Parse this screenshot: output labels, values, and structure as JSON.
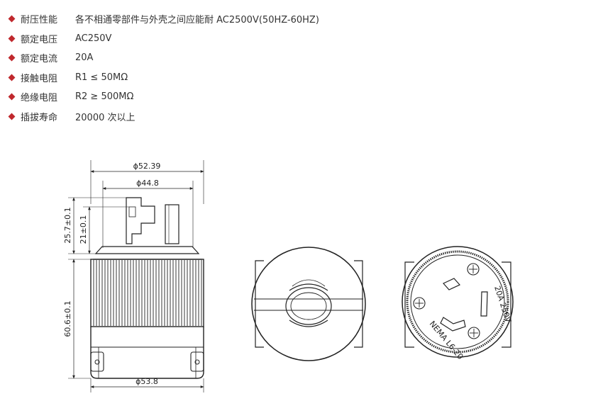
{
  "specs": [
    {
      "label": "耐压性能",
      "value": "各不相通零部件与外壳之间应能耐 AC2500V(50HZ-60HZ)"
    },
    {
      "label": "额定电压",
      "value": "AC250V"
    },
    {
      "label": "额定电流",
      "value": "20A"
    },
    {
      "label": "接触电阻",
      "value": "R1 ≤ 50MΩ"
    },
    {
      "label": "绝缘电阻",
      "value": "R2 ≥ 500MΩ"
    },
    {
      "label": "插拔寿命",
      "value": "20000 次以上"
    }
  ],
  "drawing": {
    "dim_overall_width": "ϕ52.39",
    "dim_blade_span": "ϕ44.8",
    "dim_body_width": "ϕ53.8",
    "dim_blade_height": "25.7±0.1",
    "dim_blade_inner": "21±0.1",
    "dim_body_height": "60.6±0.1",
    "face_marking_rating": "20A 250V",
    "face_marking_nema": "NEMA L6-20"
  },
  "colors": {
    "bullet": "#c0282d",
    "line": "#222222"
  }
}
